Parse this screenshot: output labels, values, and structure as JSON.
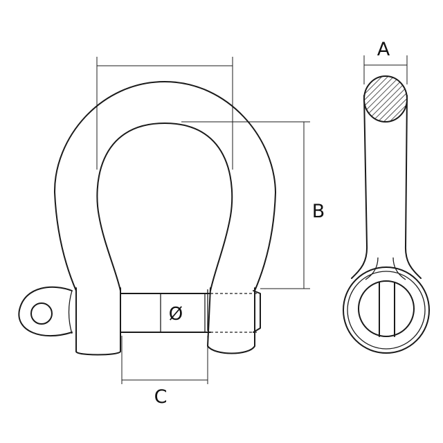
{
  "diagram": {
    "labels": {
      "A": "A",
      "B": "B",
      "C": "C",
      "diameter": "Ø"
    },
    "colors": {
      "line": "#1a1a1a",
      "background": "#ffffff"
    }
  }
}
